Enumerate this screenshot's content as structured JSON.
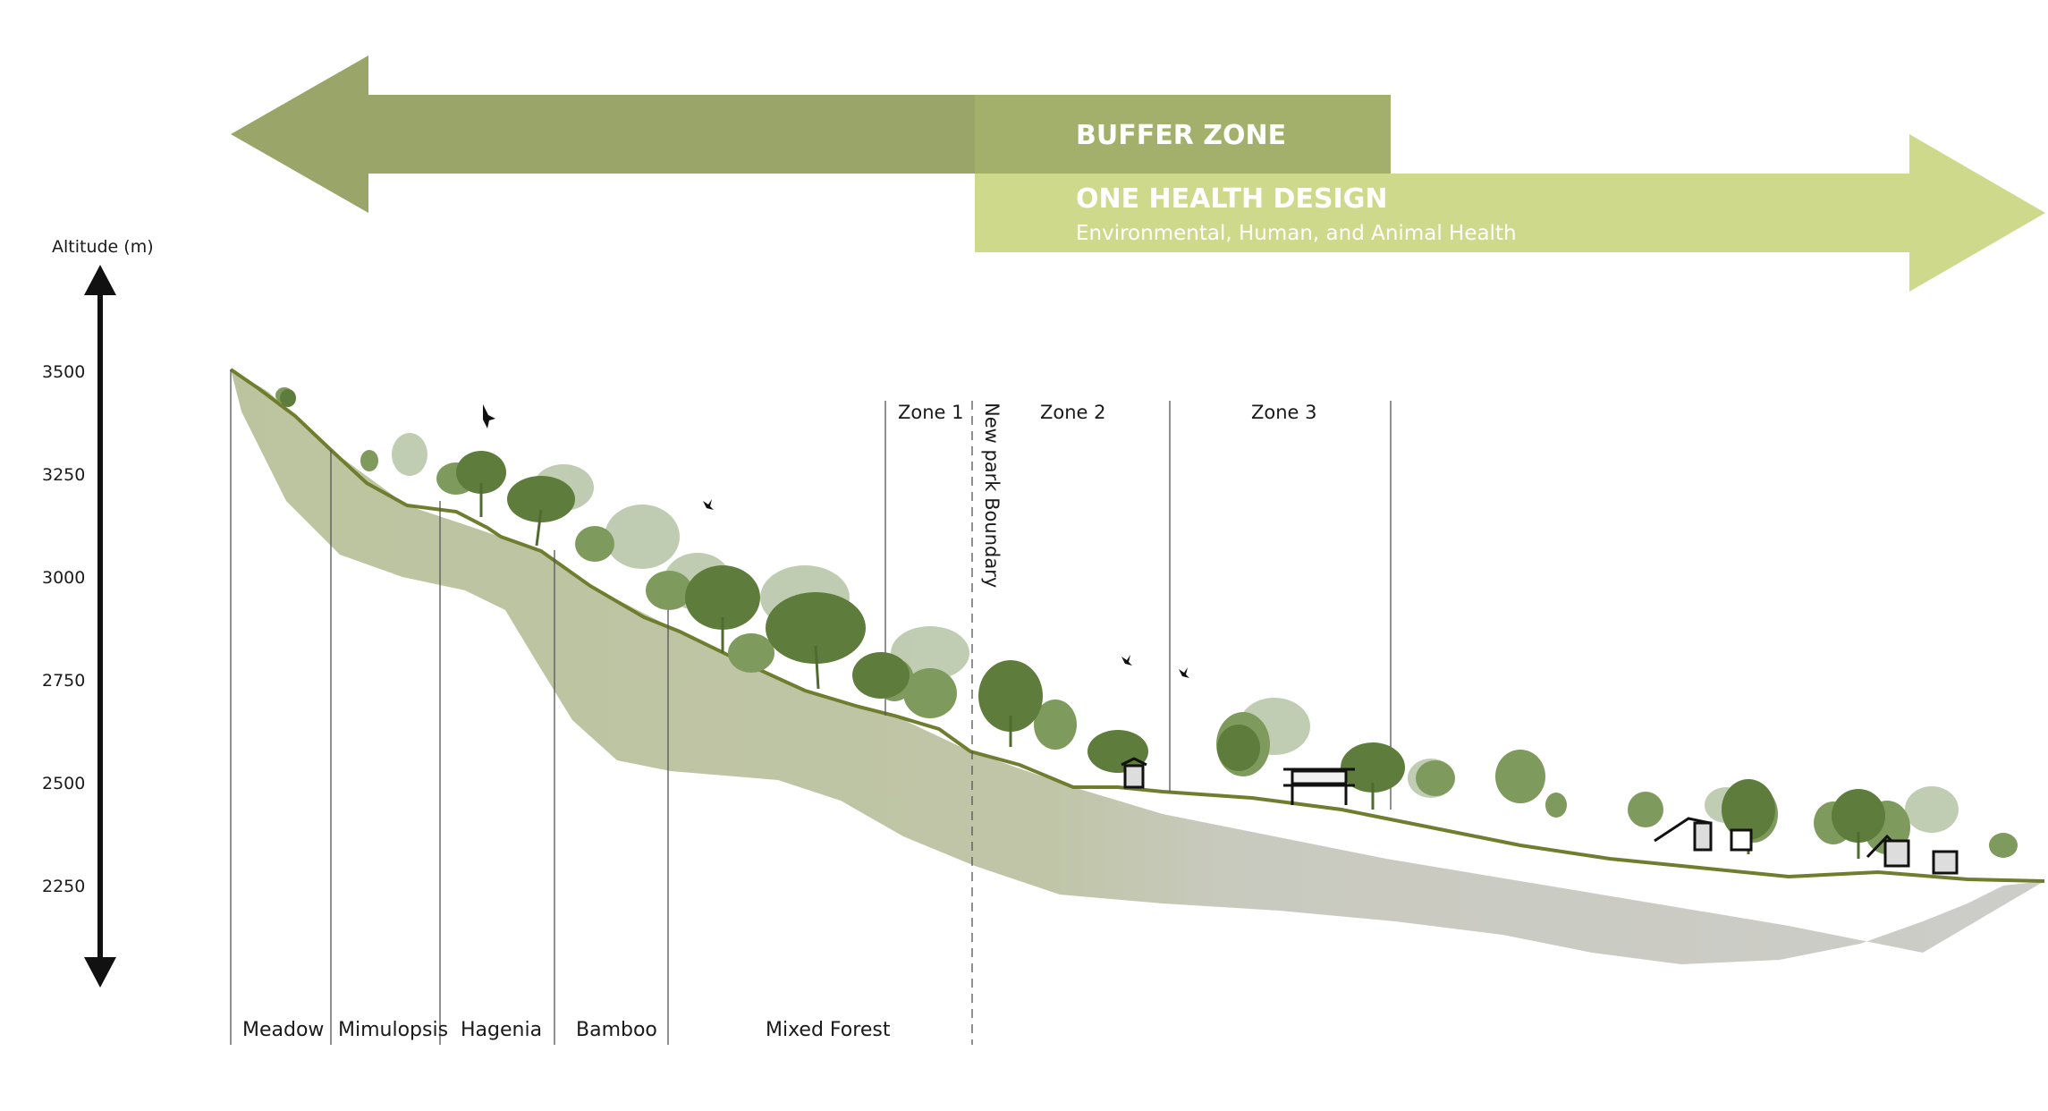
{
  "arrows": {
    "buffer_zone": {
      "title": "BUFFER ZONE"
    },
    "one_health": {
      "title": "ONE HEALTH DESIGN",
      "subtitle": "Environmental, Human, and Animal Health"
    }
  },
  "altitude_axis": {
    "label": "Altitude (m)",
    "ticks": [
      "3500",
      "3250",
      "3000",
      "2750",
      "2500",
      "2250"
    ]
  },
  "vegetation_bands": [
    "Meadow",
    "Mimulopsis",
    "Hagenia",
    "Bamboo",
    "Mixed Forest"
  ],
  "zones": [
    "Zone 1",
    "Zone 2",
    "Zone 3"
  ],
  "boundary_label": "New park Boundary",
  "colors": {
    "dark_arrow": "#9aa56a",
    "buffer_band": "#a3b06c",
    "light_arrow": "#cfd98c",
    "ground_line": "#6f7d2e",
    "soil_green": "#b9c09a",
    "soil_gray": "#c9c9c4",
    "tree_dark": "#5e7c3c",
    "tree_mid": "#7e9a5c",
    "tree_light": "#b5c4a4"
  }
}
